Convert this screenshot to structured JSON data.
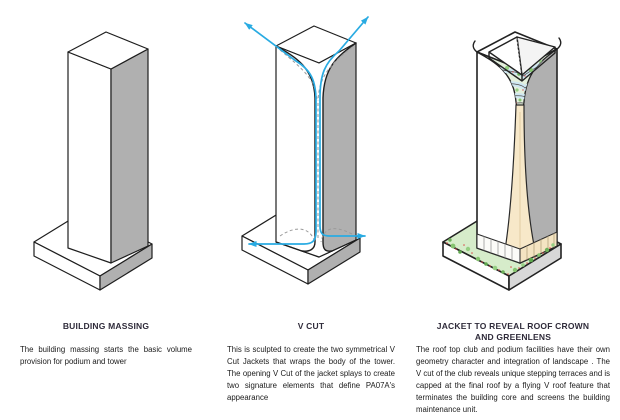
{
  "page": {
    "background": "#ffffff"
  },
  "colors": {
    "outline": "#1e1e1e",
    "face_shade": "#b0b0b0",
    "accent_blue": "#29abe2",
    "hidden_edge_gray": "#9a9a9a",
    "podium_green": "#d6ecca",
    "terrace_green": "#e4f0dd",
    "terrace_blue": "#cfe7f2",
    "core_cream": "#f7e8c9",
    "tree_green": "#85c36f",
    "tree_red": "#d94b4b",
    "title_text": "#2f2b3a",
    "body_text": "#1b1b1b"
  },
  "panels": [
    {
      "id": "building-massing",
      "title": "BUILDING MASSING",
      "body": "The building massing starts the basic volume provision for podium and tower",
      "diagram": "tower-massing-diagram"
    },
    {
      "id": "v-cut",
      "title": "V CUT",
      "body": "This is sculpted to create the two symmetrical V Cut Jackets that wraps the body of the tower. The opening V Cut of the jacket splays to create two signature elements that define PA07A's appearance",
      "diagram": "tower-v-cut-diagram"
    },
    {
      "id": "jacket-reveal",
      "title": "JACKET TO REVEAL ROOF CROWN AND GREENLENS",
      "body": "The roof top club and podium facilities have their own geometry character and integration of landscape . The V cut of the club reveals unique stepping terraces and is capped at the final roof by a flying V roof feature that terminates the building core and screens the building maintenance unit.",
      "diagram": "tower-crown-greenlens-diagram"
    }
  ]
}
